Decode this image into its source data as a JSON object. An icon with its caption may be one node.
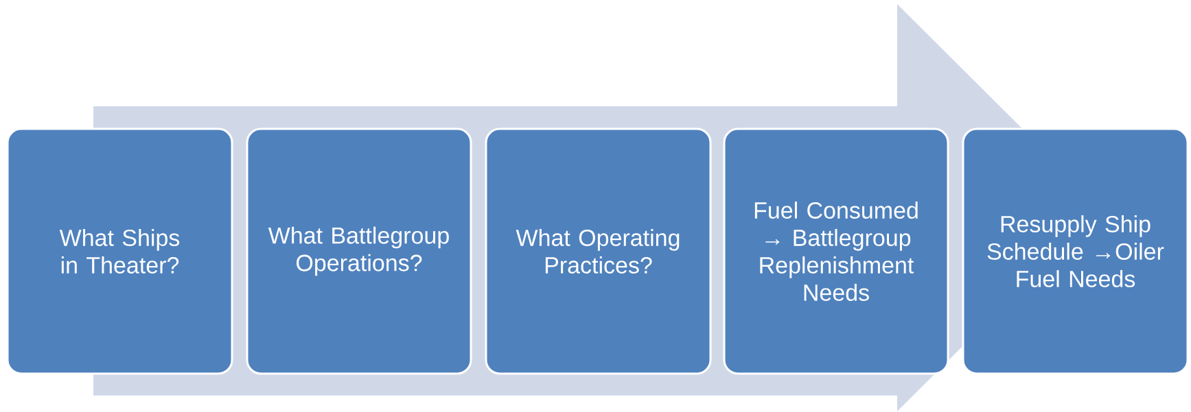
{
  "diagram": {
    "nodes": [
      {
        "text": [
          "What Ships in Theater?"
        ]
      },
      {
        "text": [
          "What Battlegroup Operations?"
        ]
      },
      {
        "text": [
          "What Operating Practices?"
        ]
      },
      {
        "text": [
          "Fuel Consumed → Battlegroup Replenishment Needs"
        ]
      },
      {
        "text": [
          "Resupply Ship Schedule →Oiler Fuel Needs"
        ]
      }
    ],
    "edges": [
      {
        "from": 0,
        "to": 4,
        "arrow": "to",
        "style": "thick"
      }
    ]
  }
}
